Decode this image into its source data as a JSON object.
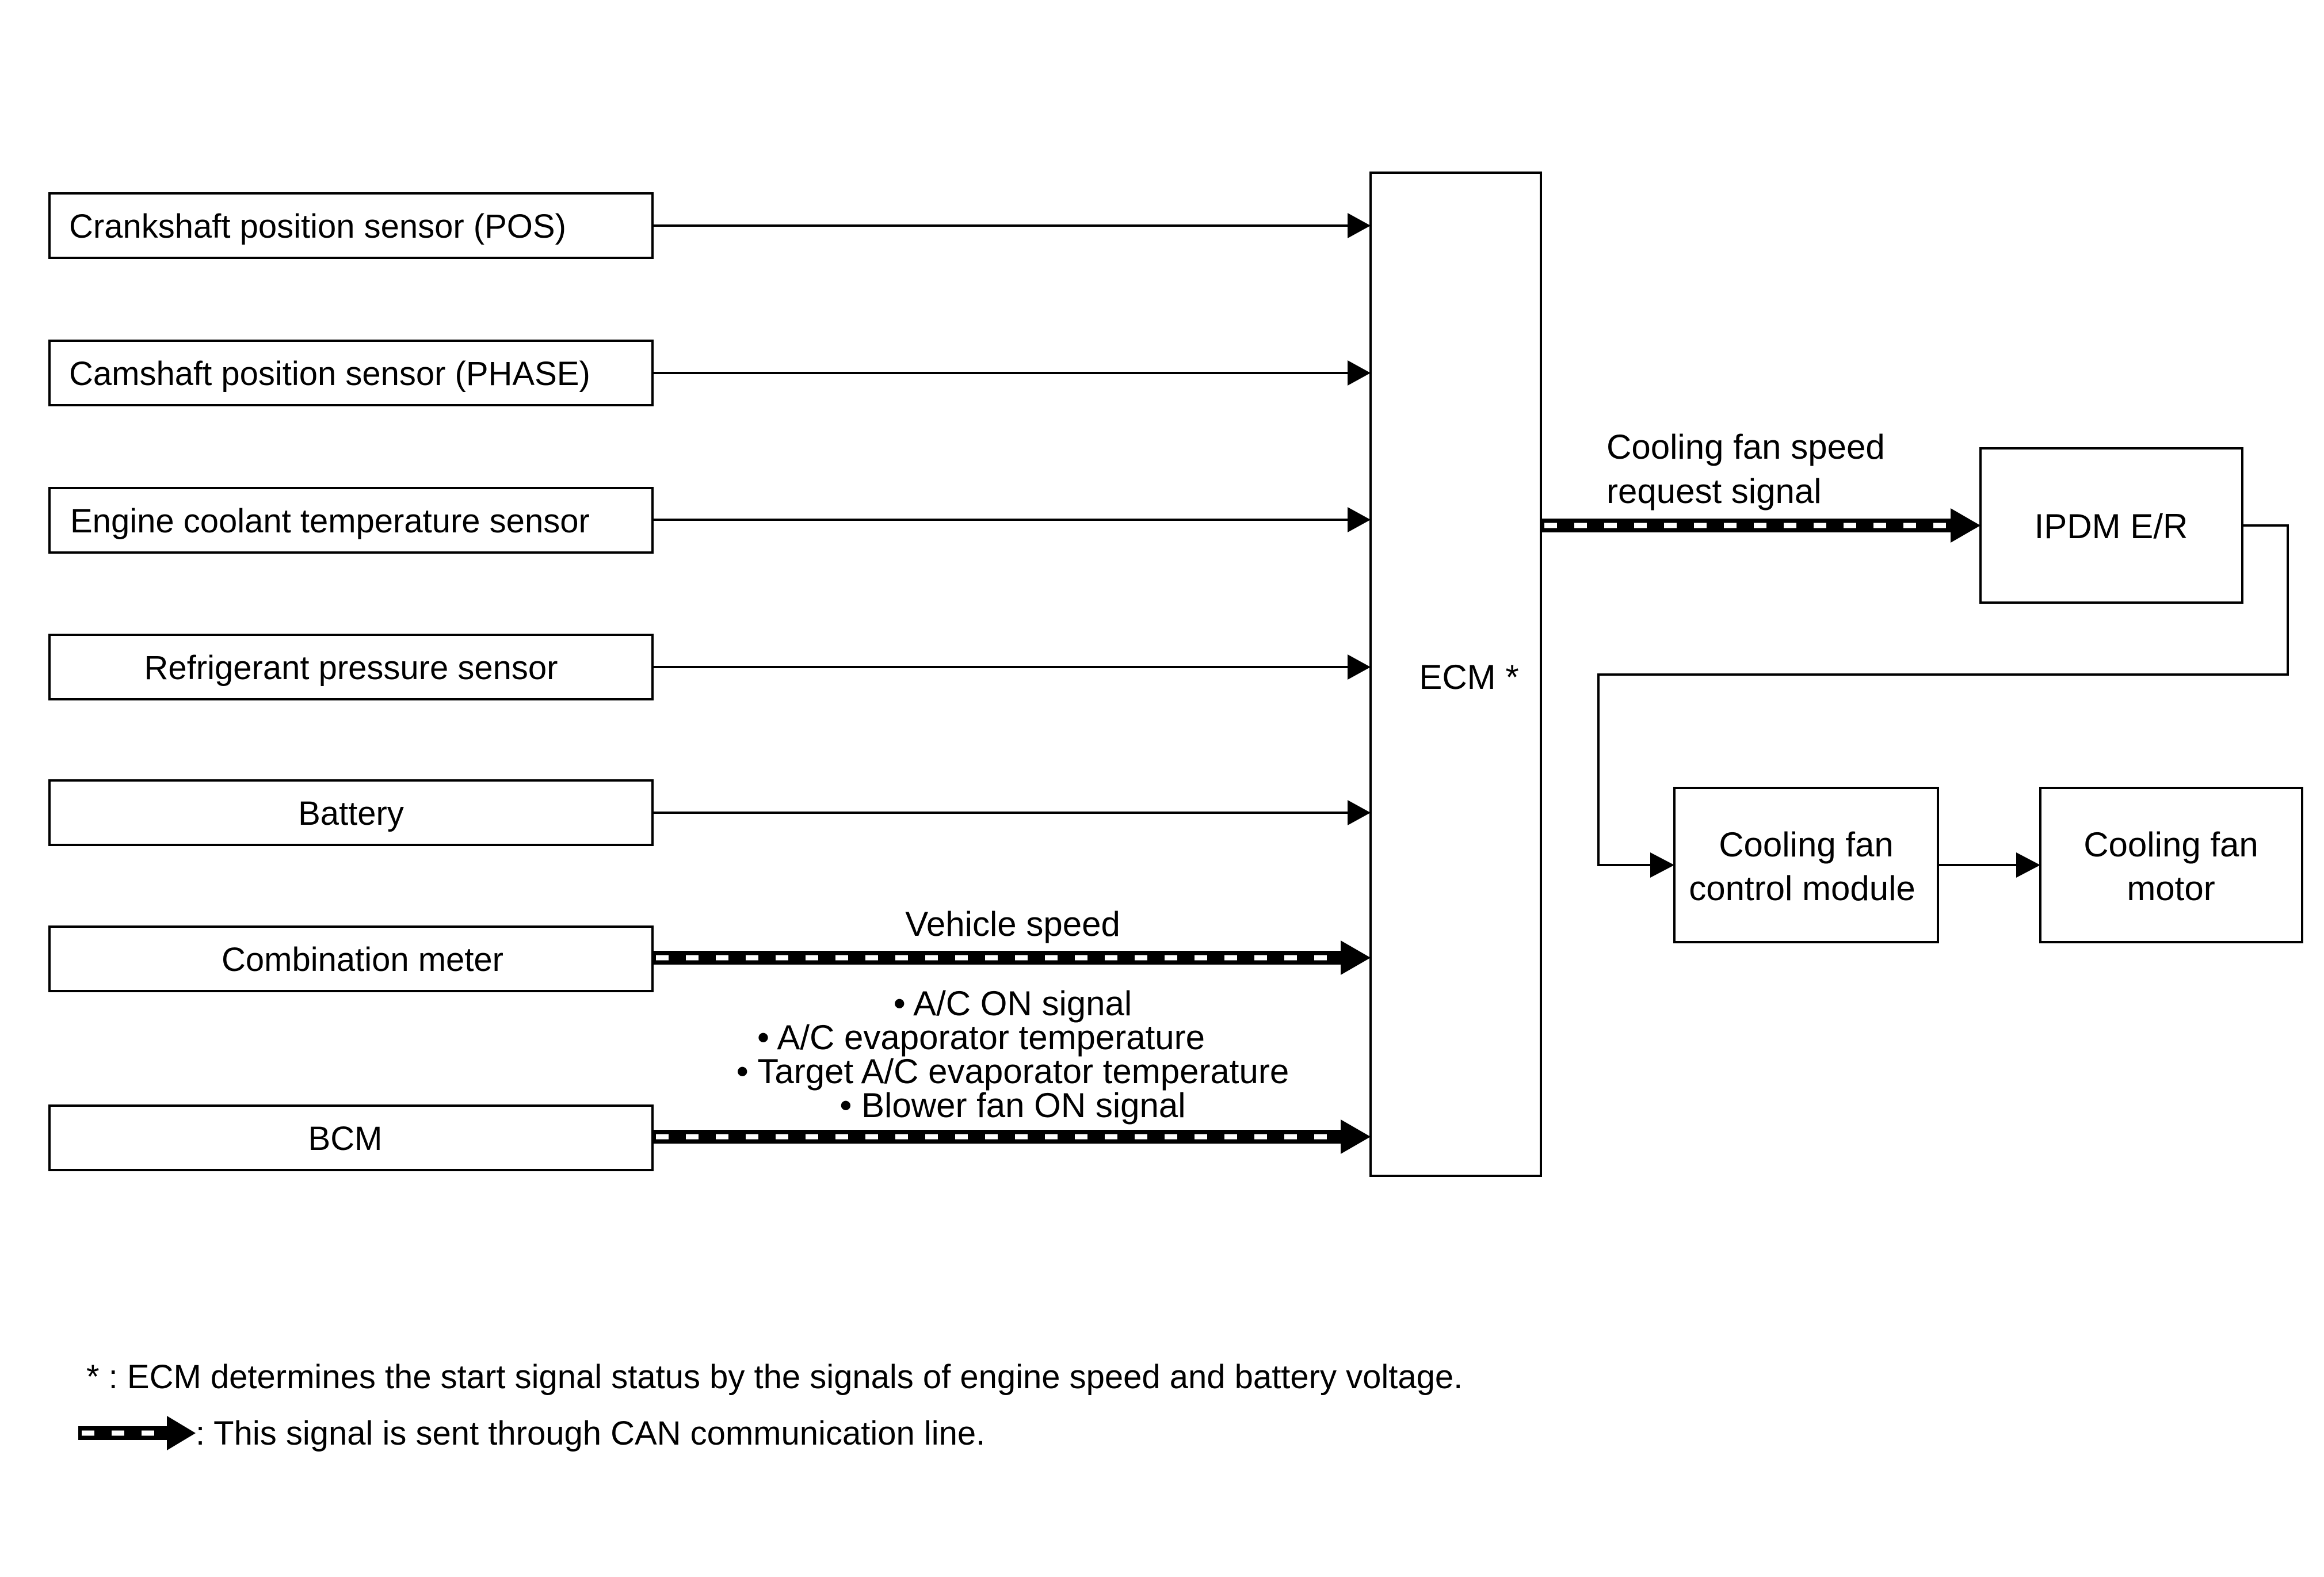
{
  "inputs": {
    "crankshaft": "Crankshaft position sensor (POS)",
    "camshaft": "Camshaft position sensor (PHASE)",
    "coolant": "Engine coolant temperature sensor",
    "refrigerant": "Refrigerant pressure sensor",
    "battery": "Battery",
    "combination_meter": "Combination meter",
    "bcm": "BCM"
  },
  "ecm": {
    "label": "ECM *"
  },
  "signals": {
    "vehicle_speed": "Vehicle speed",
    "bcm_signals": [
      "• A/C ON signal",
      "• A/C evaporator temperature",
      "• Target A/C evaporator temperature",
      "• Blower fan ON signal"
    ],
    "cooling_fan_request": [
      "Cooling fan speed",
      "request signal"
    ]
  },
  "outputs": {
    "ipdm": "IPDM E/R",
    "control_module": [
      "Cooling fan",
      "control module"
    ],
    "motor": [
      "Cooling fan",
      "motor"
    ]
  },
  "notes": {
    "asterisk": "* : ECM determines the start signal status by the signals of engine speed and battery voltage.",
    "can": ": This signal is sent through CAN communication line."
  },
  "colors": {
    "line": "#000000",
    "can_dash": "#ffffff",
    "background": "#ffffff"
  }
}
